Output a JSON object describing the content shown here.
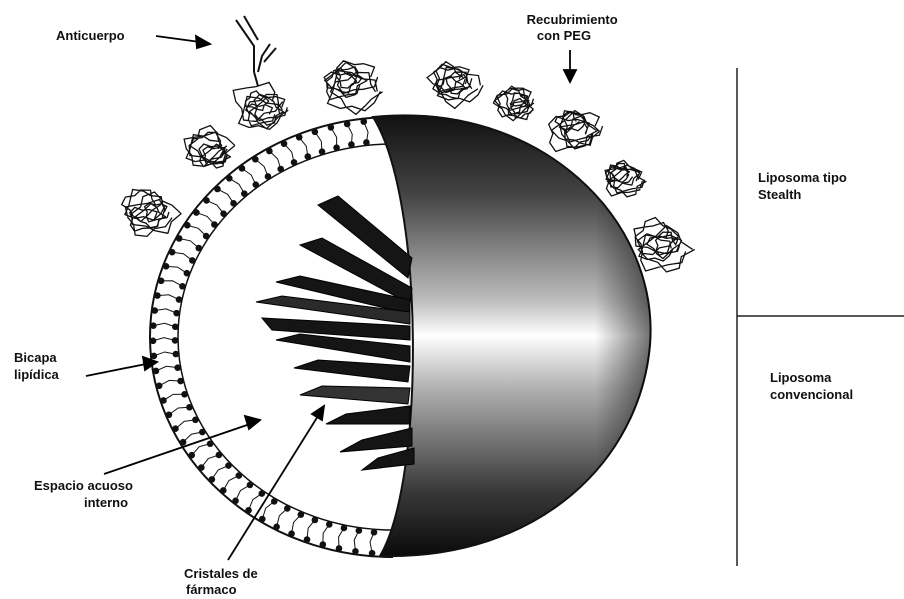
{
  "labels": {
    "anticuerpo": "Anticuerpo",
    "recubrimiento_line1": "Recubrimiento",
    "recubrimiento_line2": "con PEG",
    "bicapa_line1": "Bicapa",
    "bicapa_line2": "lipídica",
    "espacio_line1": "Espacio acuoso",
    "espacio_line2": "interno",
    "cristales_line1": "Cristales de",
    "cristales_line2": "fármaco",
    "stealth_line1": "Liposoma tipo",
    "stealth_line2": "Stealth",
    "convencional_line1": "Liposoma",
    "convencional_line2": "convencional"
  }
}
